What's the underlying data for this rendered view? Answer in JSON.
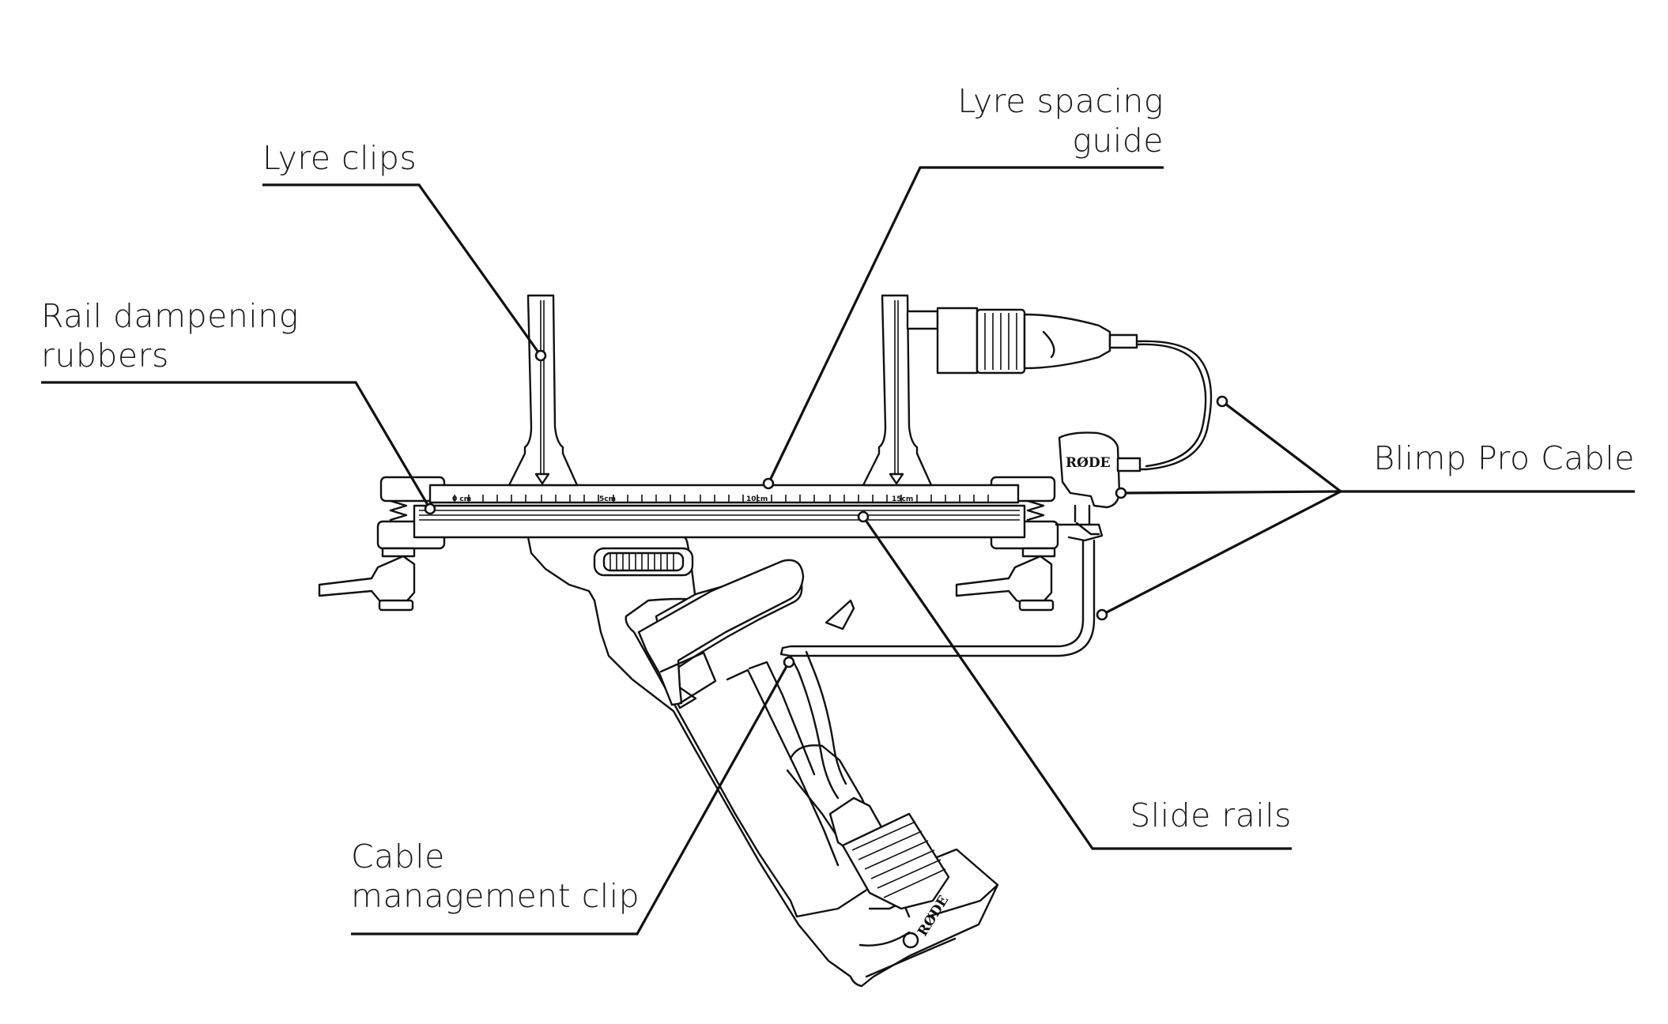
{
  "labels": {
    "lyre_clips": "Lyre clips",
    "lyre_spacing_guide": [
      "Lyre spacing",
      "guide"
    ],
    "rail_dampening_rubbers": [
      "Rail dampening",
      "rubbers"
    ],
    "blimp_pro_cable": "Blimp Pro Cable",
    "slide_rails": "Slide rails",
    "cable_management_clip": [
      "Cable",
      "management clip"
    ]
  },
  "scale_marks": [
    "0 cm",
    "5cm",
    "10cm",
    "15cm"
  ],
  "brand_text": "RØDE"
}
